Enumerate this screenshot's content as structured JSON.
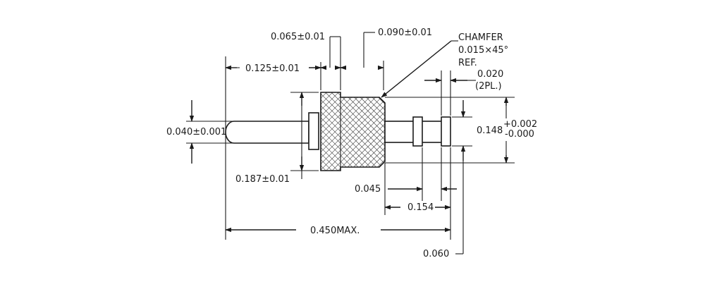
{
  "dimensions": {
    "d_0065": "0.065±0.01",
    "d_0090": "0.090±0.01",
    "d_0125": "0.125±0.01",
    "chamfer_line1": "CHAMFER",
    "chamfer_line2": "0.015×45°",
    "chamfer_line3": "REF.",
    "d_0020": "0.020",
    "d_0020_note": "(2PL.)",
    "d_0040": "0.040±0.001",
    "d_0148": "0.148",
    "d_0148_tol_plus": "+0.002",
    "d_0148_tol_minus": "-0.000",
    "d_0187": "0.187±0.01",
    "d_0045": "0.045",
    "d_0154": "0.154",
    "d_0450": "0.450MAX.",
    "d_0060": "0.060"
  }
}
